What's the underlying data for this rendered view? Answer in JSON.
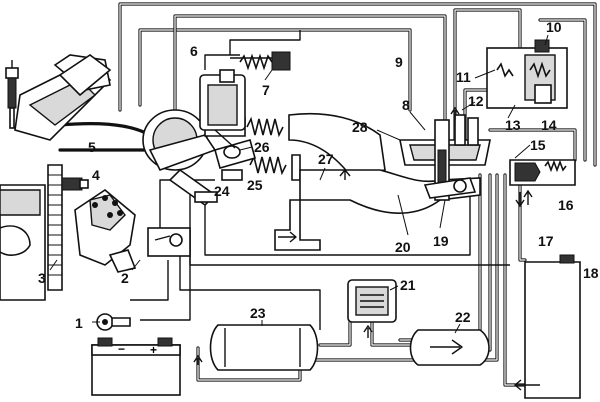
{
  "diagram": {
    "callouts": [
      "1",
      "2",
      "3",
      "4",
      "5",
      "6",
      "7",
      "8",
      "9",
      "10",
      "11",
      "12",
      "13",
      "14",
      "15",
      "16",
      "17",
      "18",
      "19",
      "20",
      "21",
      "22",
      "23",
      "24",
      "25",
      "26",
      "27",
      "28"
    ],
    "battery_terminals": {
      "negative": "−",
      "positive": "+"
    }
  }
}
